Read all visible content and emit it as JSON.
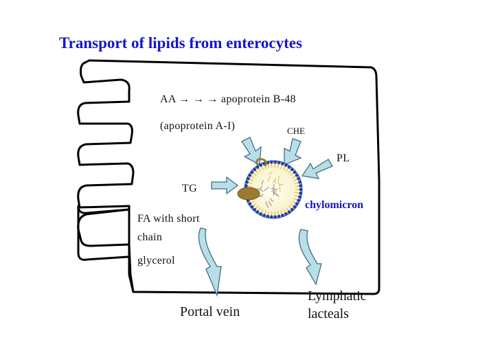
{
  "title": "Transport of lipids from enterocytes",
  "labels": {
    "aa_line": "AA → → → apoprotein B-48",
    "apo_ai": "(apoprotein A-I)",
    "che": "CHE",
    "pl": "PL",
    "tg": "TG",
    "chylomicron": "chylomicron",
    "fa_line1": "FA with short",
    "fa_line2": "chain",
    "glycerol": "glycerol",
    "portal_vein": "Portal vein",
    "lymphatic_line1": "Lymphatic",
    "lymphatic_line2": "lacteals"
  },
  "colors": {
    "title": "#1515c8",
    "chylomicron_label": "#1414c4",
    "arrow_fill": "#b9dee8",
    "arrow_stroke": "#3f6f80",
    "micelle_head": "#1f3fa8",
    "micelle_core": "#fdf8d8",
    "tg_blob": "#9c7a33"
  }
}
